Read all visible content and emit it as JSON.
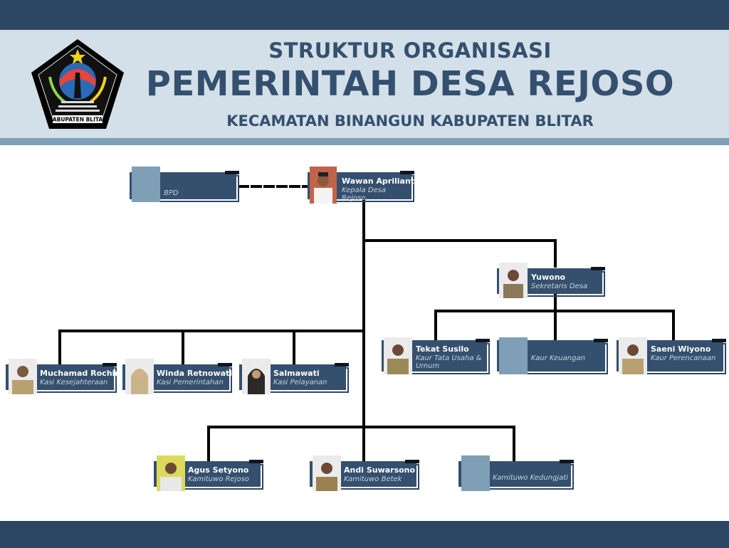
{
  "header": {
    "line1": "STRUKTUR ORGANISASI",
    "line2": "PEMERINTAH DESA REJOSO",
    "line3": "KECAMATAN BINANGUN KABUPATEN BLITAR",
    "logo_text": "KABUPATEN BLITAR"
  },
  "colors": {
    "navy": "#2d4663",
    "card": "#34506e",
    "header_bg": "#d3e0e9",
    "stripe": "#7c9fb7",
    "photo_placeholder": "#7f9fb6"
  },
  "nodes": {
    "bpd": {
      "name": "",
      "role": "BPD",
      "has_photo": false
    },
    "kades": {
      "name": "Wawan Aprilianto",
      "role": "Kepala Desa Rejoso",
      "has_photo": true
    },
    "sekdes": {
      "name": "Yuwono",
      "role": "Sekretaris Desa",
      "has_photo": true
    },
    "kaur_tu": {
      "name": "Tekat Susilo",
      "role": "Kaur Tata Usaha & Umum",
      "has_photo": true
    },
    "kaur_keu": {
      "name": "",
      "role": "Kaur Keuangan",
      "has_photo": false
    },
    "kaur_per": {
      "name": "Saeni Wiyono",
      "role": "Kaur Perencanaan",
      "has_photo": true
    },
    "kasi_kesra": {
      "name": "Muchamad Rochim",
      "role": "Kasi Kesejahteraan",
      "has_photo": true
    },
    "kasi_pem": {
      "name": "Winda Retnowati",
      "role": "Kasi Pemerintahan",
      "has_photo": true
    },
    "kasi_pel": {
      "name": "Salmawati",
      "role": "Kasi Pelayanan",
      "has_photo": true
    },
    "kw_rejoso": {
      "name": "Agus Setyono",
      "role": "Kamituwo Rejoso",
      "has_photo": true
    },
    "kw_betek": {
      "name": "Andi Suwarsono",
      "role": "Kamituwo Betek",
      "has_photo": true
    },
    "kw_kedungjati": {
      "name": "",
      "role": "Kamituwo Kedungjati",
      "has_photo": false
    }
  }
}
